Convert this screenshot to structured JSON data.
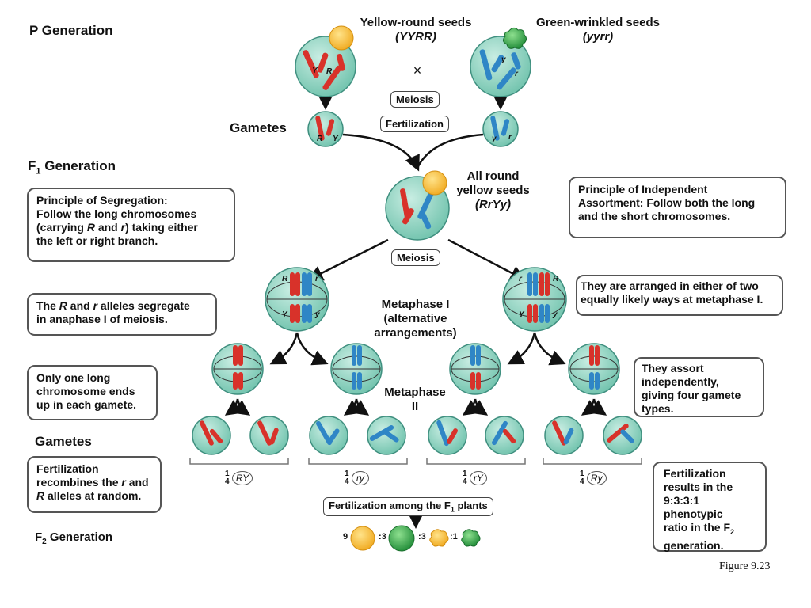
{
  "labels": {
    "p_generation": "P Generation",
    "gametes_top": "Gametes",
    "f1_generation": "F",
    "f1_sub": "1",
    "f1_generation_rest": " Generation",
    "gametes_bottom": "Gametes",
    "f2_generation": "F",
    "f2_sub": "2",
    "f2_generation_rest": " Generation",
    "figure": "Figure 9.23"
  },
  "parents": {
    "yellow_title": "Yellow-round seeds",
    "yellow_genotype": "(YYRR)",
    "green_title": "Green-wrinkled seeds",
    "green_genotype": "(yyrr)",
    "cross": "×"
  },
  "pills": {
    "meiosis_top": "Meiosis",
    "fertilization": "Fertilization",
    "meiosis_f1": "Meiosis",
    "fertilization_f1_pre": "Fertilization among the F",
    "fertilization_f1_sub": "1",
    "fertilization_f1_post": " plants"
  },
  "f1": {
    "line1": "All round",
    "line2": "yellow seeds",
    "genotype": "(RrYy)"
  },
  "stages": {
    "metaphase1_l1": "Metaphase I",
    "metaphase1_l2": "(alternative",
    "metaphase1_l3": "arrangements)",
    "metaphase2_l1": "Metaphase",
    "metaphase2_l2": "II"
  },
  "boxes": {
    "segregation": {
      "l1": "Principle of Segregation:",
      "l2": "Follow the long chromosomes",
      "l3a": "(carrying ",
      "l3b": "R",
      "l3c": " and ",
      "l3d": "r",
      "l3e": ") taking either",
      "l4": "the left or right branch."
    },
    "anaphase": {
      "a": "The ",
      "b": "R",
      "c": " and ",
      "d": "r",
      "e": " alleles segregate",
      "l2": "in anaphase I of meiosis."
    },
    "one_long": {
      "l1": "Only one long",
      "l2": "chromosome ends",
      "l3": "up in each gamete."
    },
    "fert_recombine": {
      "l1": "Fertilization",
      "l2a": "recombines the ",
      "l2b": "r",
      "l2c": " and",
      "l3a": "R",
      "l3b": " alleles at random."
    },
    "independent": {
      "l1": "Principle of Independent",
      "l2": "Assortment: Follow both the long",
      "l3": "and the short chromosomes."
    },
    "arranged": {
      "l1": "They are arranged in either of two",
      "l2": "equally likely ways at metaphase I."
    },
    "assort": {
      "l1": "They assort",
      "l2": "independently,",
      "l3": "giving four gamete",
      "l4": "types."
    },
    "fert_ratio": {
      "l1": "Fertilization",
      "l2": "results in the",
      "l3": "9:3:3:1",
      "l4": "phenotypic",
      "l5": "ratio in the F",
      "l5sub": "2",
      "l6": "generation."
    }
  },
  "gamete_fractions": [
    {
      "num": "1",
      "den": "4",
      "type": "RY"
    },
    {
      "num": "1",
      "den": "4",
      "type": "ry"
    },
    {
      "num": "1",
      "den": "4",
      "type": "rY"
    },
    {
      "num": "1",
      "den": "4",
      "type": "Ry"
    }
  ],
  "ratio": [
    {
      "count": "9",
      "phenotype": "yellow-round"
    },
    {
      "count": ":3",
      "phenotype": "green-round"
    },
    {
      "count": ":3",
      "phenotype": "yellow-wrinkled"
    },
    {
      "count": ":1",
      "phenotype": "green-wrinkled"
    }
  ],
  "alleles": {
    "R": "R",
    "r": "r",
    "Y": "Y",
    "y": "y"
  },
  "colors": {
    "cell_fill": "#8fd3c0",
    "cell_stroke": "#3f8f7f",
    "red_chromosome": "#d8322a",
    "blue_chromosome": "#2f86c6",
    "yellow_seed": "#f5bf36",
    "green_seed": "#3cab49",
    "box_border": "#555555"
  }
}
